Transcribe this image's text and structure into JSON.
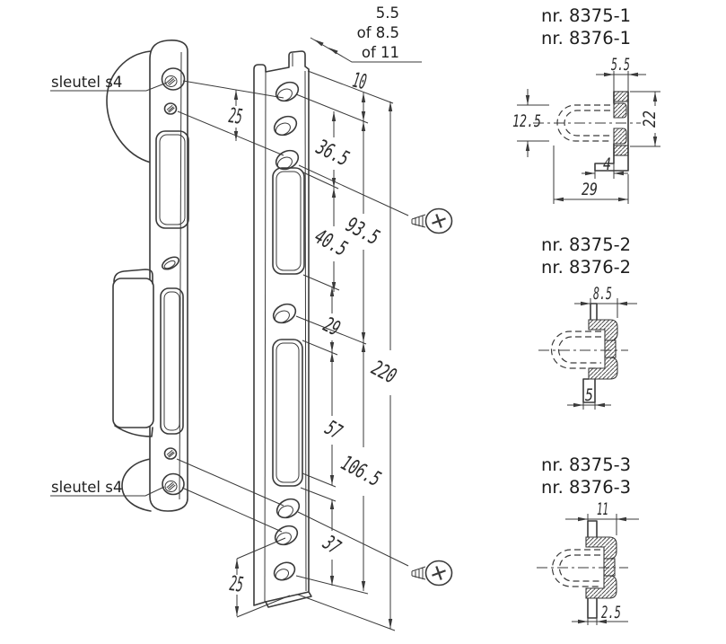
{
  "labels": {
    "sleutel_top": "sleutel s4",
    "sleutel_bottom": "sleutel s4",
    "thickness_line1": "5.5",
    "thickness_line2": "of 8.5",
    "thickness_line3": "of 11"
  },
  "main_dimensions": {
    "top_hole_offset": "10",
    "left_hole_spacing_top": "25",
    "hole_to_cutout": "36.5",
    "upper_cutout_height": "40.5",
    "upper_section": "93.5",
    "cutout_gap": "29",
    "total_length": "220",
    "lower_cutout_height": "57",
    "lower_section": "106.5",
    "bottom_hole_spacing": "37",
    "left_hole_spacing_bottom": "25"
  },
  "details": [
    {
      "title_line1": "nr. 8375-1",
      "title_line2": "nr. 8376-1",
      "dimensions": {
        "lip_width": "5.5",
        "box_height": "12.5",
        "opening_height": "22",
        "foot_depth": "4",
        "total_width": "29"
      }
    },
    {
      "title_line1": "nr. 8375-2",
      "title_line2": "nr. 8376-2",
      "dimensions": {
        "lip_width": "8.5",
        "foot_depth": "5"
      }
    },
    {
      "title_line1": "nr. 8375-3",
      "title_line2": "nr. 8376-3",
      "dimensions": {
        "lip_width": "11",
        "foot_depth": "2.5"
      }
    }
  ],
  "colors": {
    "background": "#ffffff",
    "line": "#3a3a3a",
    "text": "#1e1e1e"
  }
}
